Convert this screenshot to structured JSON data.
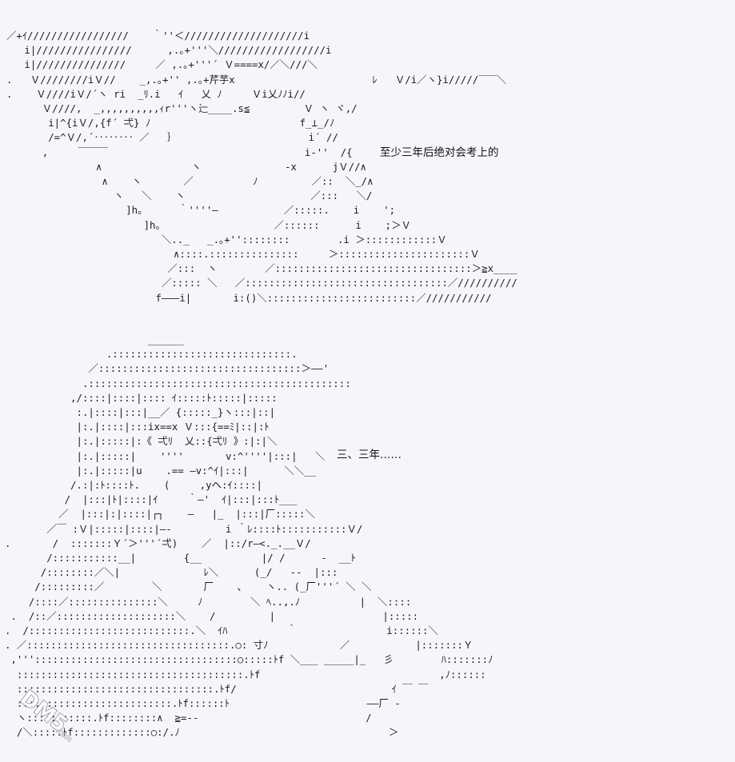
{
  "captions": {
    "top": "至少三年后绝对会考上的",
    "bottom": "三、三年……"
  },
  "ascii_art": {
    "top": "／+ｲ/////////////////    ｀''＜////////////////////i\n   i|////////////////      ,.｡+'''＼//////////////////i\n   i|///////////////     ／ ,.｡+'''´ Ｖ====x/／＼///＼\n.   Ｖ////////iＶ//    _,.｡+'' ,.｡+芹芋x                       ﾚ   Ｖ/i／ヽ}i/////‾‾‾＼\n.    Ｖ////iＶ/´ヽ ri  _ﾘ.i   ｲ   乂 ﾉ     Ｖi乂ﾉﾉi//\n      Ｖ////,  _,,,,,,,,,,ｨr'''ヽ辷____.s≦         Ｖ ヽ ヾ,/\n       i|^{iＶ/,{f´ 弌} ﾉ                         f_⊥_/ﾉ\n       /=^Ｖ/,´‥‥‥‥ ／   ｝                      i´ //\n      ,     ￣￣￣                                 i-''  /{\n               ∧               ヽ              -x      jＶ//∧\n                ∧    ヽ       ／          ﾉ         ／::  ＼_/∧\n                  ヽ   ＼    ヽ                     ／:::   ＼/\n                    ]h｡      ｀''''―           ／:::::.    i    ';\n                       ]h｡                   ／::::::      i    ;＞Ｖ\n                          ＼.._   _.｡+''::::::::        .i ＞::::::::::::Ｖ\n                            ∧::::.:::::::::::::::     ＞::::::::::::::::::::::Ｖ\n                           ／:::  ヽ        ／:::::::::::::::::::::::::::::::::＞≧x____\n                          ／::::: ＼   ／::::::::::::::::::::::::::::::::::／//////////\n                         f―――i|       i:()＼:::::::::::::::::::::::::／///////////",
    "bottom": "                        ______\n                 .::::::::::::::::::::::::::::::.\n              ／::::::::::::::::::::::::::::::::::＞――'\n             .::::::::::::::::::::::::::::::::::::::::::::\n           ,/::::|::::|:::: ｲ:::::ﾄ:::::|:::::\n            :.|::::|:::|__／ {:::::_}ヽ:::|::|\n            |:.|::::|:::ix==x Ｖ:::{==ﾐ|::|:ﾄ\n            |:.|:::::|:《 弌ﾘ  乂::{弌ﾘ 》:|:|＼\n            |:.|:::::|    ''''       v:^''''|:::|   ＼\n            |:.|:::::|u    .== ―v:^ｲ|:::|      ＼＼__\n           /.:|:ﾄ::::ﾄ.    (     ,yヘ:ｲ::::|\n          /  |:::|ﾄ|::::|ｲ     ｀―'  ｲ|:::|:::ﾄ___\n         ／  |:::|:|::::|┌┐    ―   |_  |:::|厂:::::＼\n       ／￣ :Ｖ|:::::|::::|―-         i ｀ﾚ::::ﾄ:::::::::::Ｖ/\n.       /  :::::::Ｙ´＞'''´弌)    ／  |::/r―<._.__Ｖ/\n       /:::::::::::__|        {__          |/ /      -  __ﾄ\n      /::::::::／＼|              ﾚ＼      (_/   --  |:::\n     /:::::::::／        ＼       厂    ､    ヽ.. (_厂'''´ ＼ ＼\n    /::::／:::::::::::::::＼     ﾉ        ＼ ﾍ..,.ﾉ          |  ＼::::\n .  /::／::::::::::::::::::::＼    /         |                  |:::::\n.  /:::::::::::::::::::::::::::.＼  ｲﾊ          ｀               i::::::＼\n. ／::::::::::::::::::::::::::::::::::.○: 寸ﾉ            ／           |:::::::Ｙ\n ,'''::::::::::::::::::::::::::::::::::○:::::ﾄf ＼___ _____|_   彡        ﾊ:::::::ﾉ\n  ::::::::::::::::::::::::::::::::::::::.ﾄf                              ,ﾉ::::::\n  :::::::::::::::::::::::::::::::::.ﾄf/                          ｲ ￣ ￣\n  ::::::::::::::::::::::::::.ﾄf::::::ﾄ                       ――厂 -\n  ヽ:::::::::::.ﾄf::::::::∧  ≧=--                            /\n  /＼::::.ﾄf:::::::::::::○:/.ﾉ                                   ＞"
  },
  "icons": {
    "watermark": "dm5-watermark-icon"
  }
}
